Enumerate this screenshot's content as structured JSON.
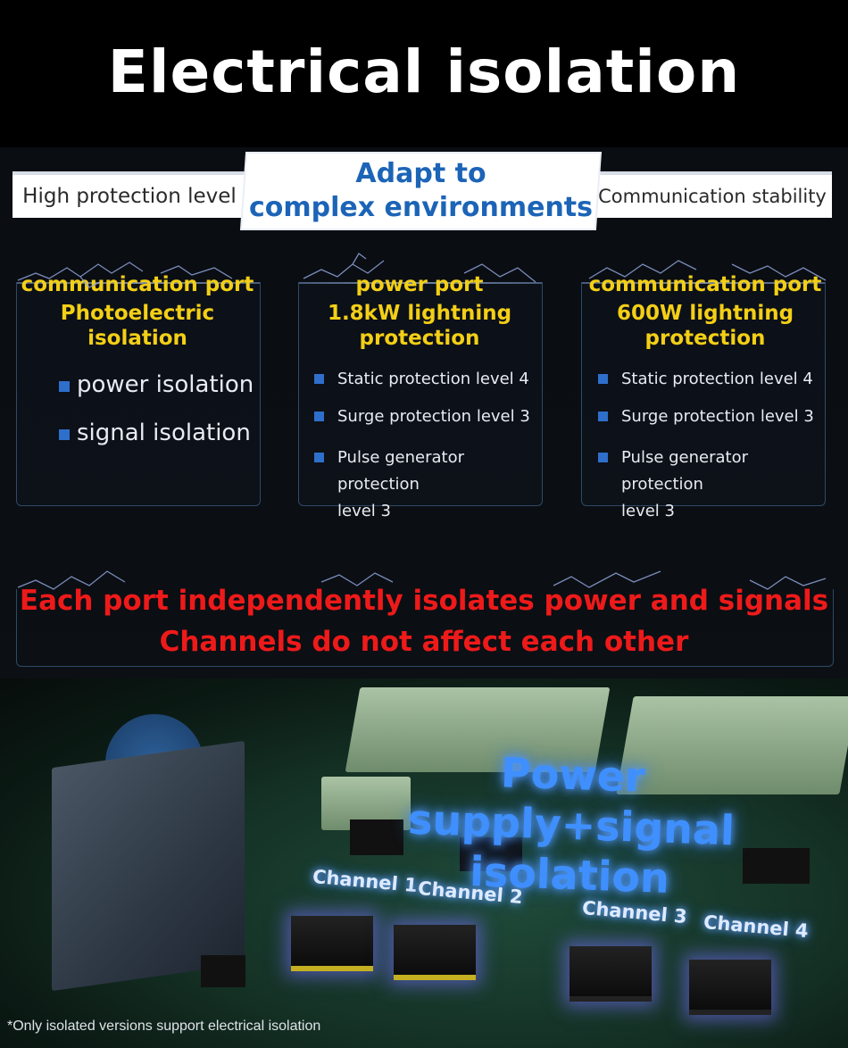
{
  "header": {
    "title": "Electrical isolation"
  },
  "tabs": {
    "left": "High protection level",
    "center_line1": "Adapt to",
    "center_line2": "complex environments",
    "right": "Communication stability"
  },
  "panels": [
    {
      "title_line1": "communication port",
      "title_line2": "Photoelectric isolation",
      "title_line3": "",
      "items": [
        "power isolation",
        "signal isolation"
      ]
    },
    {
      "title_line1": "power port",
      "title_line2": "1.8kW lightning",
      "title_line3": "protection",
      "items": [
        "Static protection level 4",
        "Surge protection level 3",
        "Pulse generator protection",
        "level 3"
      ]
    },
    {
      "title_line1": "communication port",
      "title_line2": "600W lightning",
      "title_line3": "protection",
      "items": [
        "Static protection level 4",
        "Surge protection level 3",
        "Pulse generator protection",
        "level 3"
      ]
    }
  ],
  "banner": {
    "line1": "Each port independently isolates power and signals",
    "line2": "Channels do not affect each other"
  },
  "scene": {
    "title_line1": "Power supply+signal",
    "title_line2": "isolation",
    "channels": [
      "Channel 1",
      "Channel 2",
      "Channel 3",
      "Channel 4"
    ]
  },
  "footnote": "*Only isolated versions support electrical isolation",
  "colors": {
    "accent_blue": "#1c64b7",
    "title_yellow": "#f3cf16",
    "banner_red": "#ee1a1a",
    "bullet_blue": "#2f6fcc"
  }
}
